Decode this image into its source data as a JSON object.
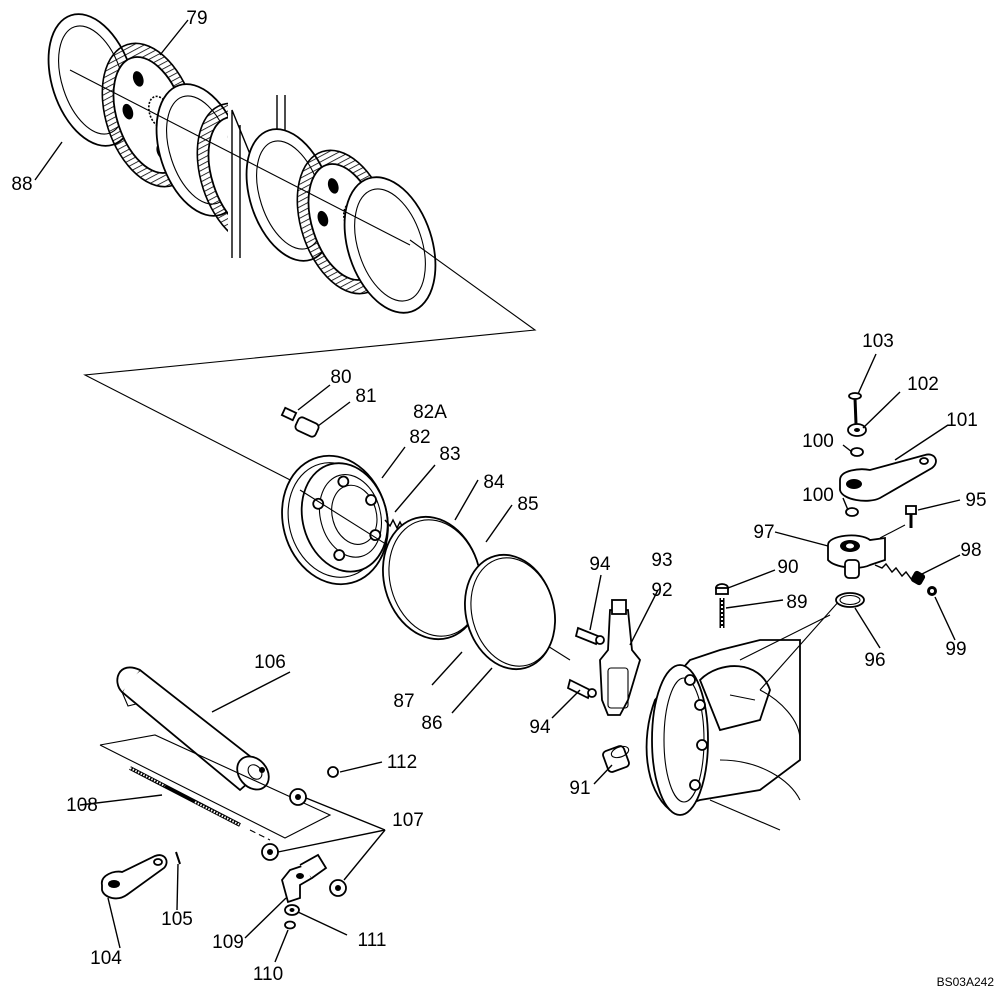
{
  "drawing_code": "BS03A242",
  "callouts": [
    "79",
    "80",
    "81",
    "82A",
    "82",
    "83",
    "84",
    "85",
    "86",
    "87",
    "88",
    "89",
    "90",
    "91",
    "92",
    "93",
    "94",
    "94",
    "95",
    "96",
    "97",
    "98",
    "99",
    "100",
    "100",
    "101",
    "102",
    "103",
    "104",
    "105",
    "106",
    "107",
    "108",
    "109",
    "110",
    "111",
    "112"
  ]
}
